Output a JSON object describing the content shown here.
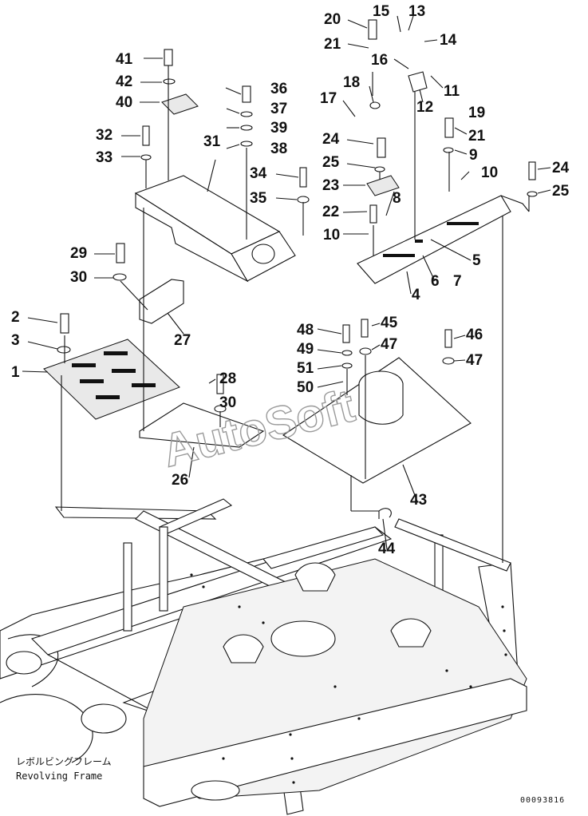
{
  "diagram": {
    "callouts": [
      "1",
      "2",
      "3",
      "4",
      "5",
      "6",
      "7",
      "8",
      "9",
      "10",
      "10",
      "11",
      "12",
      "13",
      "14",
      "15",
      "16",
      "17",
      "18",
      "19",
      "20",
      "21",
      "21",
      "22",
      "23",
      "24",
      "24",
      "25",
      "25",
      "26",
      "27",
      "28",
      "29",
      "30",
      "30",
      "31",
      "32",
      "33",
      "34",
      "35",
      "36",
      "37",
      "38",
      "39",
      "40",
      "41",
      "42",
      "43",
      "44",
      "45",
      "46",
      "47",
      "47",
      "48",
      "49",
      "50",
      "51"
    ],
    "caption_jp": "レボルビングフレーム",
    "caption_en": "Revolving Frame",
    "watermark": "AutoSoft",
    "drawing_code": "00093816"
  }
}
